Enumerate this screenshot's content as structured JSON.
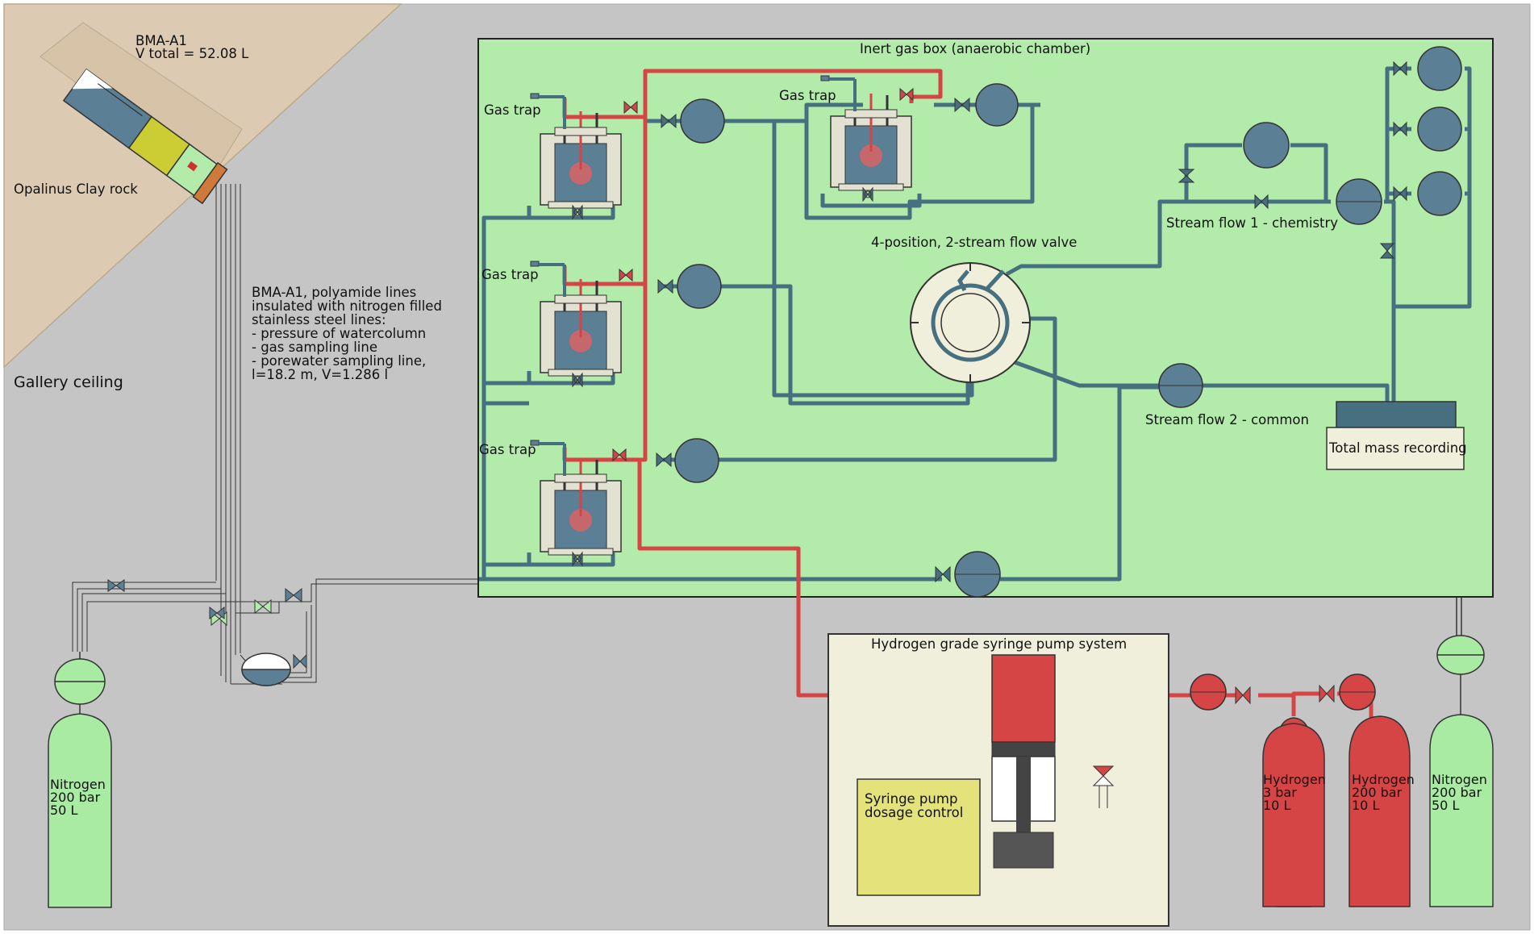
{
  "labels": {
    "borehole_name": "BMA-A1",
    "borehole_volume": "V total = 52.08 L",
    "rock": "Opalinus Clay rock",
    "gallery": "Gallery ceiling",
    "lines_desc": [
      "BMA-A1, polyamide lines",
      "insulated with nitrogen filled",
      "stainless steel lines:",
      "- pressure of watercolumn",
      "- gas sampling line",
      "- porewater sampling line,",
      "l=18.2 m, V=1.286 l"
    ],
    "box_title": "Inert gas box (anaerobic chamber)",
    "gas_trap": "Gas trap",
    "flow_valve": "4-position, 2-stream flow valve",
    "stream1": "Stream flow 1 - chemistry",
    "stream2": "Stream flow 2 - common",
    "mass_recording": "Total mass recording",
    "pump_system": "Hydrogen grade syringe pump system",
    "dosage_control": [
      "Syringe pump",
      "dosage control"
    ],
    "cyl_n2_left": [
      "Nitrogen",
      "200 bar",
      "50 L"
    ],
    "cyl_h2_3": [
      "Hydrogen",
      "3 bar",
      "10 L"
    ],
    "cyl_h2_200": [
      "Hydrogen",
      "200 bar",
      "10 L"
    ],
    "cyl_n2_right": [
      "Nitrogen",
      "200 bar",
      "50 L"
    ]
  },
  "colors": {
    "gallery_gray": "#c5c5c5",
    "rock_tan": "#dccbb2",
    "box_green": "#b3ecaa",
    "line_blue": "#466f80",
    "node_blue": "#5b8095",
    "hydrogen_red": "#d64545",
    "nitrogen_green": "#a9eba2",
    "pump_panel": "#efefdc",
    "control_yellow": "#e4e27a"
  }
}
